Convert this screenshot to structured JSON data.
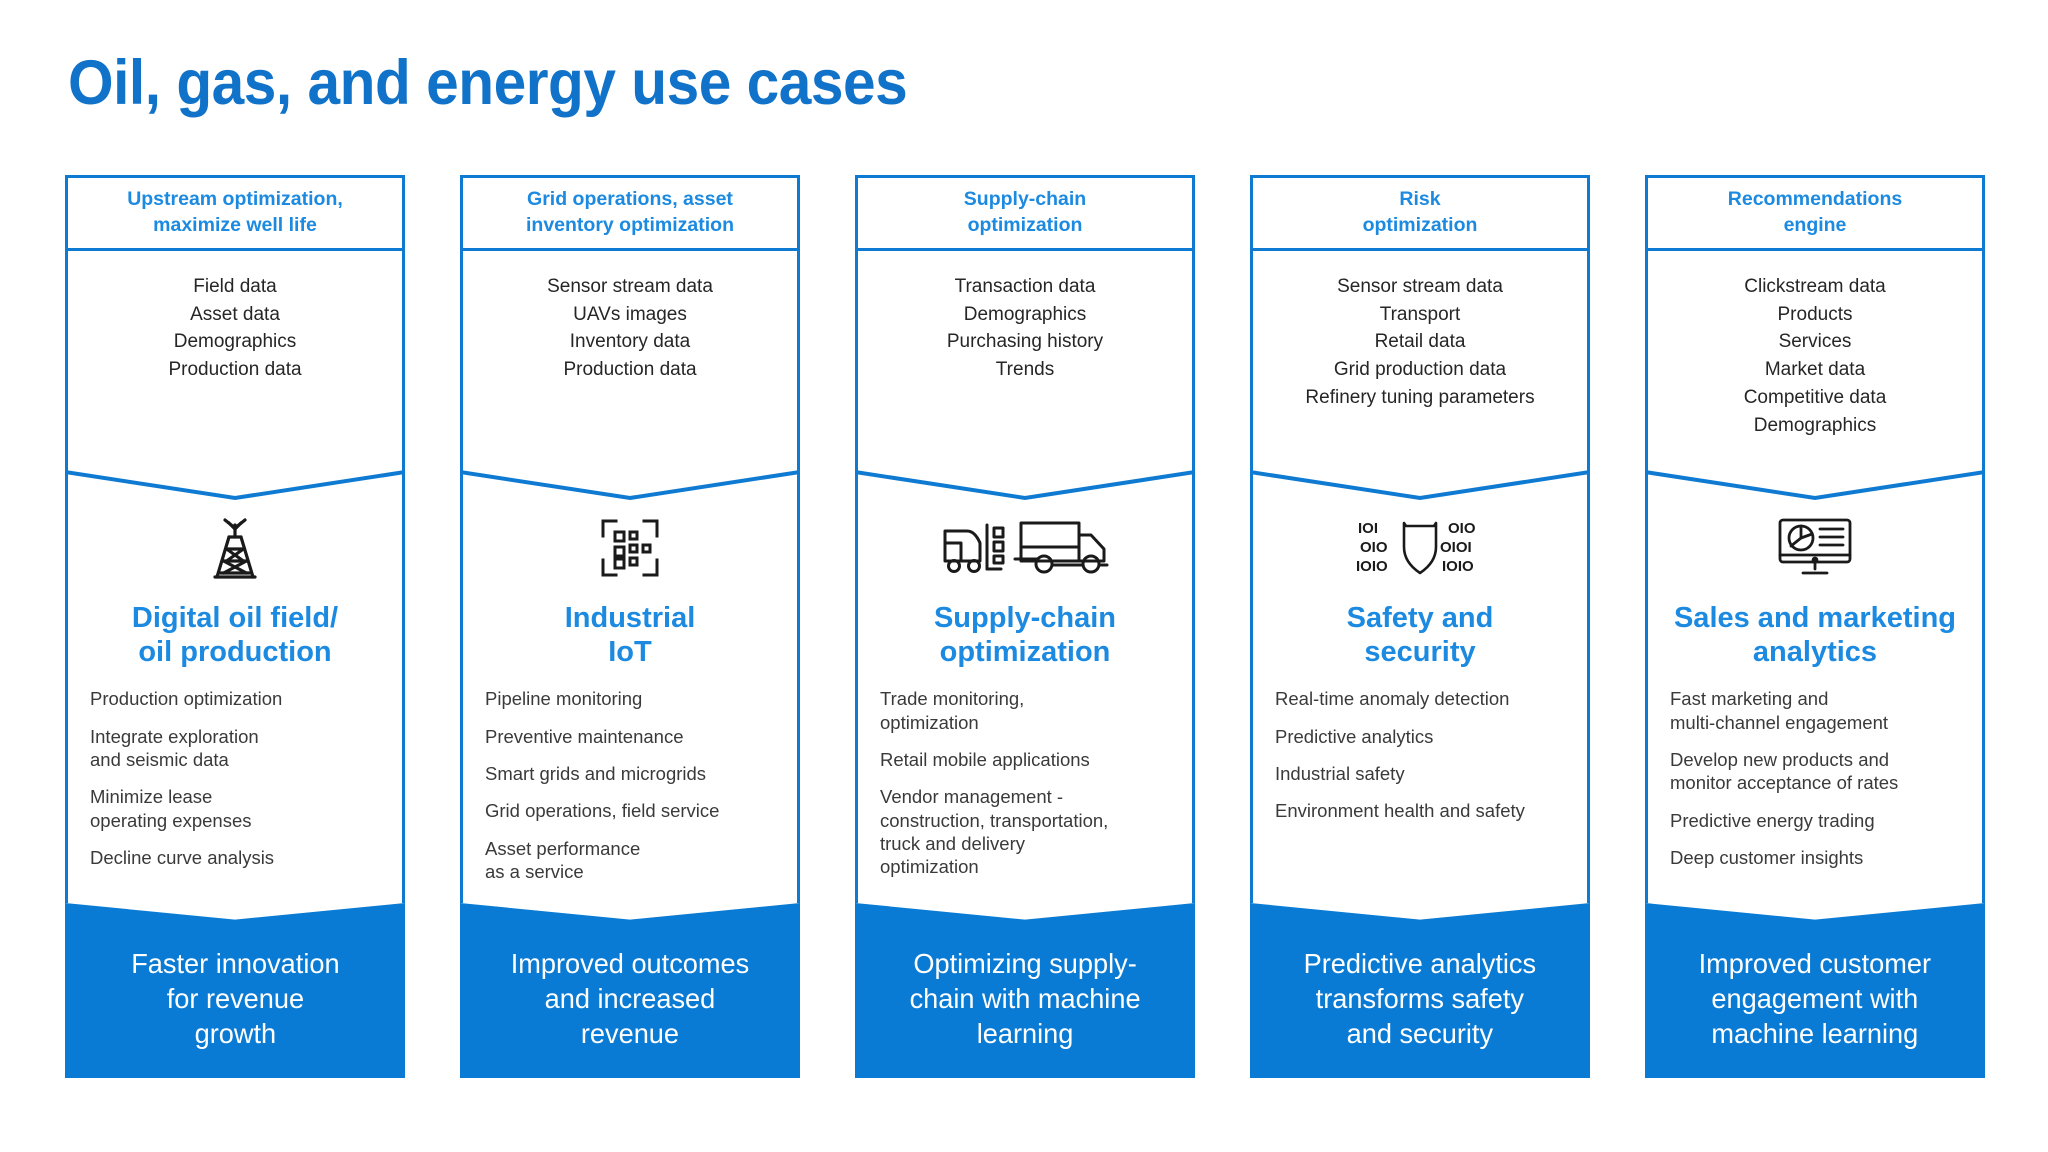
{
  "page": {
    "title": "Oil, gas, and energy use cases",
    "accent_blue": "#0A7BD4",
    "border_blue": "#0F7AD1",
    "heading_blue": "#1B8AE0",
    "title_blue": "#1072C8",
    "background": "#FFFFFF"
  },
  "columns": [
    {
      "header": "Upstream optimization,\nmaximize well life",
      "sources": [
        "Field data",
        "Asset data",
        "Demographics",
        "Production data"
      ],
      "icon": "oil-derrick-icon",
      "subtitle": "Digital oil field/\noil production",
      "bullets": [
        "Production optimization",
        "Integrate exploration\nand seismic data",
        "Minimize lease\noperating expenses",
        "Decline curve analysis"
      ],
      "footer": "Faster innovation\nfor revenue\ngrowth"
    },
    {
      "header": "Grid operations, asset\ninventory optimization",
      "sources": [
        "Sensor stream data",
        "UAVs images",
        "Inventory data",
        "Production data"
      ],
      "icon": "iot-grid-icon",
      "subtitle": "Industrial\nIoT",
      "bullets": [
        "Pipeline monitoring",
        "Preventive maintenance",
        "Smart grids and microgrids",
        "Grid operations, field service",
        "Asset performance\nas a service"
      ],
      "footer": "Improved outcomes\nand increased\nrevenue"
    },
    {
      "header": "Supply-chain\noptimization",
      "sources": [
        "Transaction data",
        "Demographics",
        "Purchasing history",
        "Trends"
      ],
      "icon": "forklift-truck-icon",
      "subtitle": "Supply-chain\noptimization",
      "bullets": [
        "Trade monitoring,\noptimization",
        "Retail mobile applications",
        "Vendor management -\nconstruction, transportation,\ntruck and delivery\noptimization"
      ],
      "footer": "Optimizing supply-\nchain with machine\nlearning"
    },
    {
      "header": "Risk\noptimization",
      "sources": [
        "Sensor stream data",
        "Transport",
        "Retail data",
        "Grid production data",
        "Refinery tuning parameters"
      ],
      "icon": "binary-shield-icon",
      "subtitle": "Safety and\nsecurity",
      "bullets": [
        "Real-time anomaly detection",
        "Predictive analytics",
        "Industrial safety",
        "Environment health and safety"
      ],
      "footer": "Predictive analytics\ntransforms safety\nand security"
    },
    {
      "header": "Recommendations\nengine",
      "sources": [
        "Clickstream data",
        "Products",
        "Services",
        "Market data",
        "Competitive data",
        "Demographics"
      ],
      "icon": "monitor-chart-icon",
      "subtitle": "Sales and marketing\nanalytics",
      "bullets": [
        "Fast marketing and\nmulti-channel engagement",
        "Develop new products and\nmonitor acceptance of rates",
        "Predictive energy trading",
        "Deep customer insights"
      ],
      "footer": "Improved customer\nengagement with\nmachine learning"
    }
  ]
}
